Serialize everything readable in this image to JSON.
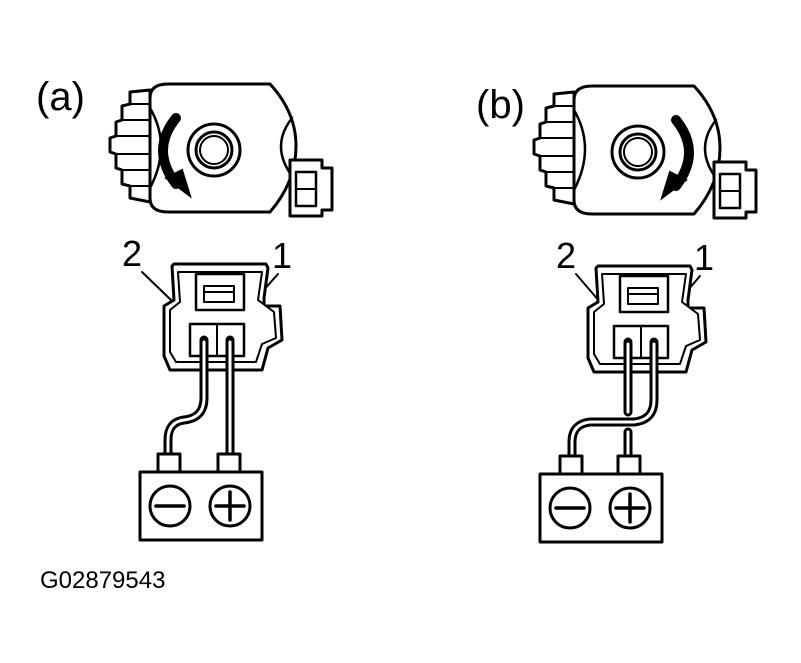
{
  "panels": [
    {
      "label": "(a)",
      "rotation": "counterclockwise",
      "pin_left": "2",
      "pin_right": "1",
      "battery_negative": "negative-terminal",
      "battery_positive": "positive-terminal",
      "wiring": "pin-2-to-negative, pin-1-to-positive"
    },
    {
      "label": "(b)",
      "rotation": "clockwise",
      "pin_left": "2",
      "pin_right": "1",
      "battery_negative": "negative-terminal",
      "battery_positive": "positive-terminal",
      "wiring": "pin-1-to-negative, pin-2-to-positive"
    }
  ],
  "figure_code": "G02879543",
  "icons": {
    "motor": "motor-body-icon",
    "arrow": "rotation-arrow-icon",
    "connector": "connector-icon",
    "battery": "battery-icon"
  }
}
